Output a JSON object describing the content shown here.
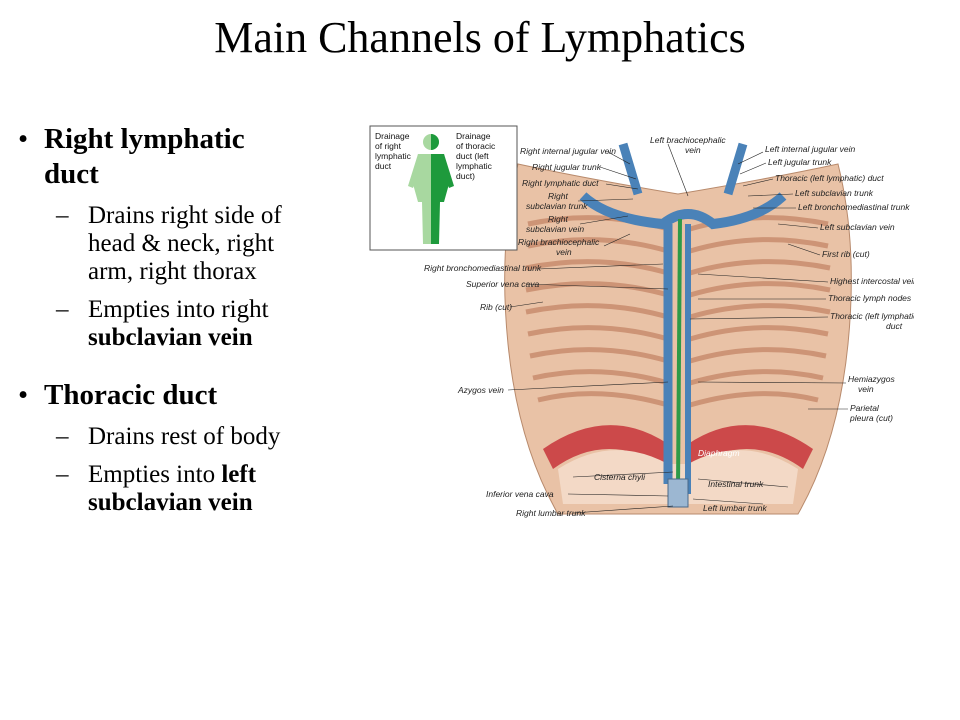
{
  "title": "Main Channels of Lymphatics",
  "sections": [
    {
      "heading_line1": "Right lymphatic",
      "heading_line2": "duct",
      "points": [
        {
          "line1": "Drains right side of",
          "line2": "head & neck, right",
          "line3": "arm, right thorax"
        },
        {
          "line1": "Empties into right",
          "line2_bold": "subclavian vein"
        }
      ]
    },
    {
      "heading": "Thoracic duct",
      "points": [
        {
          "line1": "Drains rest of body"
        },
        {
          "line1_plain": "Empties into ",
          "line1_bold": "left",
          "line2_bold": "subclavian vein"
        }
      ]
    }
  ],
  "inset": {
    "left_label": [
      "Drainage",
      "of right",
      "lymphatic",
      "duct"
    ],
    "right_label": [
      "Drainage",
      "of thoracic",
      "duct (left",
      "lymphatic",
      "duct)"
    ]
  },
  "figure_labels_left": [
    "Right internal jugular vein",
    "Right jugular trunk",
    "Right lymphatic duct",
    "Right",
    "subclavian trunk",
    "Right",
    "subclavian vein",
    "Right brachiocephalic",
    "vein",
    "Right bronchomediastinal trunk",
    "Superior vena cava",
    "Rib (cut)",
    "Azygos vein",
    "Cisterna chyli",
    "Inferior vena cava",
    "Right lumbar trunk"
  ],
  "figure_labels_top": [
    "Left brachiocephalic",
    "vein"
  ],
  "figure_labels_right": [
    "Left internal jugular vein",
    "Left jugular trunk",
    "Thoracic (left lymphatic) duct",
    "Left subclavian trunk",
    "Left bronchomediastinal trunk",
    "Left subclavian vein",
    "First rib (cut)",
    "Highest intercostal vein",
    "Thoracic lymph nodes",
    "Thoracic (left lymphatic)",
    "duct",
    "Hemiazygos",
    "vein",
    "Parietal",
    "pleura (cut)",
    "Intestinal trunk",
    "Left lumbar trunk"
  ],
  "figure_label_diaphragm": "Diaphragm",
  "colors": {
    "inset_body_right_side": "#a8d8a0",
    "inset_body_left_side": "#1e9a3c",
    "vein": "#4a82b8",
    "lymph": "#2e9a48",
    "rib_flesh": "#d8a98c"
  }
}
